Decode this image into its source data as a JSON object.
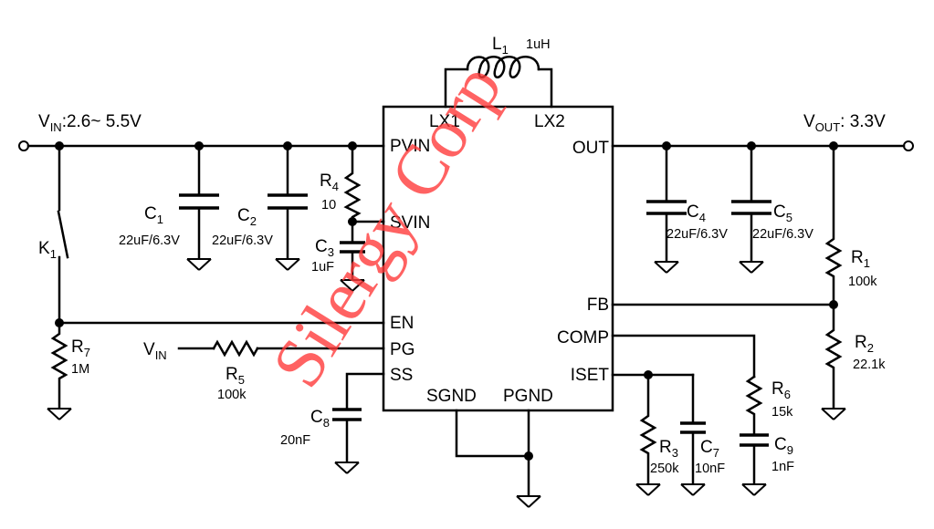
{
  "ic": {
    "pins": {
      "pvin": "PVIN",
      "svin": "SVIN",
      "en": "EN",
      "pg": "PG",
      "ss": "SS",
      "lx1": "LX1",
      "lx2": "LX2",
      "out": "OUT",
      "fb": "FB",
      "comp": "COMP",
      "iset": "ISET",
      "sgnd": "SGND",
      "pgnd": "PGND"
    }
  },
  "vin": {
    "prefix": "V",
    "sub": "IN",
    "value": ":2.6~ 5.5V"
  },
  "vout": {
    "prefix": "V",
    "sub": "OUT",
    "value": ": 3.3V"
  },
  "vin_pg": {
    "prefix": "V",
    "sub": "IN"
  },
  "switch": {
    "prefix": "K",
    "sub": "1"
  },
  "components": {
    "L1": {
      "prefix": "L",
      "sub": "1",
      "value": "1uH"
    },
    "C1": {
      "prefix": "C",
      "sub": "1",
      "value": "22uF/6.3V"
    },
    "C2": {
      "prefix": "C",
      "sub": "2",
      "value": "22uF/6.3V"
    },
    "C3": {
      "prefix": "C",
      "sub": "3",
      "value": "1uF"
    },
    "C4": {
      "prefix": "C",
      "sub": "4",
      "value": "22uF/6.3V"
    },
    "C5": {
      "prefix": "C",
      "sub": "5",
      "value": "22uF/6.3V"
    },
    "C7": {
      "prefix": "C",
      "sub": "7",
      "value": "10nF"
    },
    "C8": {
      "prefix": "C",
      "sub": "8",
      "value": "20nF"
    },
    "C9": {
      "prefix": "C",
      "sub": "9",
      "value": "1nF"
    },
    "R1": {
      "prefix": "R",
      "sub": "1",
      "value": "100k"
    },
    "R2": {
      "prefix": "R",
      "sub": "2",
      "value": "22.1k"
    },
    "R3": {
      "prefix": "R",
      "sub": "3",
      "value": "250k"
    },
    "R4": {
      "prefix": "R",
      "sub": "4",
      "value": "10"
    },
    "R5": {
      "prefix": "R",
      "sub": "5",
      "value": "100k"
    },
    "R6": {
      "prefix": "R",
      "sub": "6",
      "value": "15k"
    },
    "R7": {
      "prefix": "R",
      "sub": "7",
      "value": "1M"
    }
  },
  "watermark": "Silergy Corp",
  "colors": {
    "wire": "#000000",
    "watermark": "#ff3b3b",
    "background": "#ffffff"
  }
}
